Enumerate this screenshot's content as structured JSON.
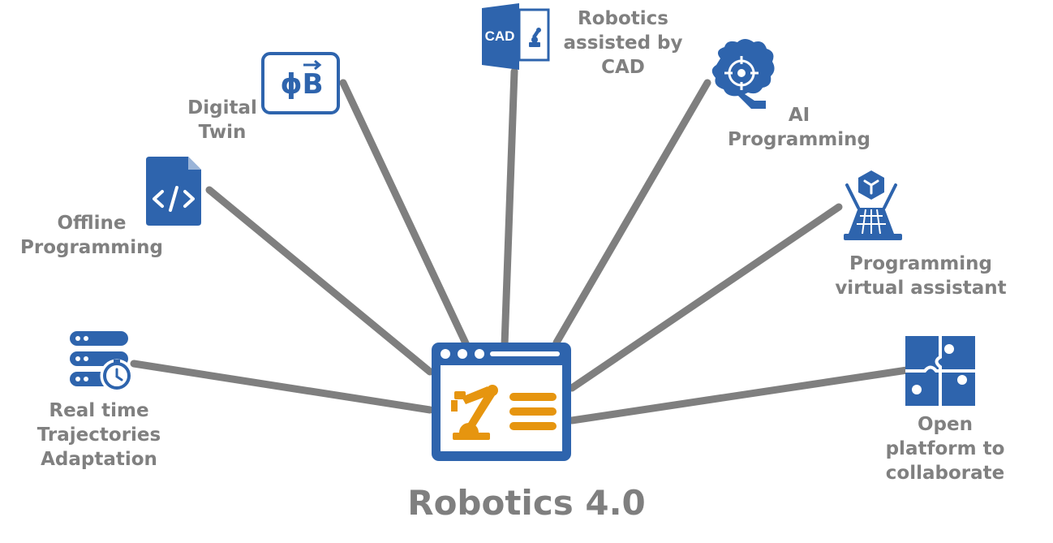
{
  "title": "Robotics 4.0",
  "colors": {
    "primary": "#2e64ad",
    "accent": "#e6950f",
    "line": "#7f7f7f",
    "text": "#808080"
  },
  "center_icon": "robot-arm-window-icon",
  "nodes": [
    {
      "id": "robotics-cad",
      "icon": "cad-document-icon",
      "label": [
        "Robotics",
        "assisted by",
        "CAD"
      ],
      "badge": "CAD"
    },
    {
      "id": "digital-twin",
      "icon": "digital-twin-icon",
      "label": [
        "Digital",
        "Twin"
      ]
    },
    {
      "id": "offline-programming",
      "icon": "code-file-icon",
      "label": [
        "Offline",
        "Programming"
      ]
    },
    {
      "id": "real-time-trajectories",
      "icon": "server-clock-icon",
      "label": [
        "Real time",
        "Trajectories",
        "Adaptation"
      ]
    },
    {
      "id": "ai-programming",
      "icon": "brain-target-icon",
      "label": [
        "AI",
        "Programming"
      ]
    },
    {
      "id": "programming-virtual-assistant",
      "icon": "hologram-projector-icon",
      "label": [
        "Programming",
        "virtual assistant"
      ]
    },
    {
      "id": "open-platform",
      "icon": "puzzle-icon",
      "label": [
        "Open",
        "platform to",
        "collaborate"
      ]
    }
  ]
}
